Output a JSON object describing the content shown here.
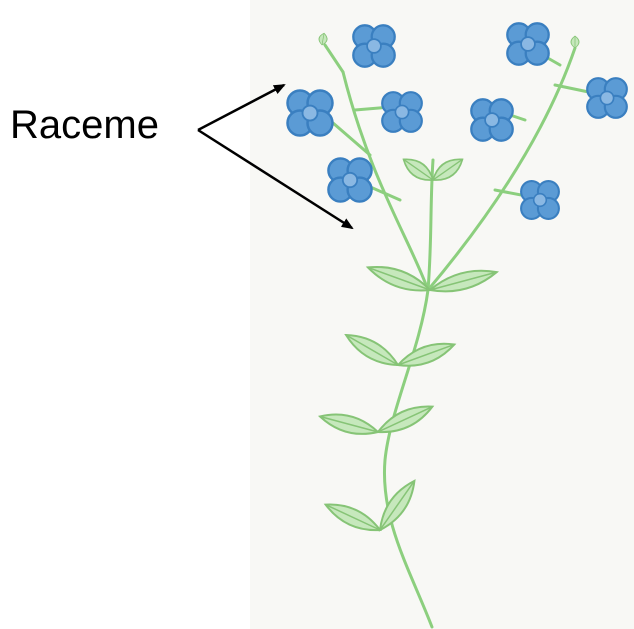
{
  "label": {
    "text": "Raceme"
  },
  "colors": {
    "flower_fill": "#5b9bd5",
    "flower_stroke": "#3a7fc0",
    "flower_center": "#8ab8e3",
    "stem": "#8ccf7e",
    "leaf_fill": "#c6e8bc",
    "leaf_stroke": "#86c476",
    "arrow": "#000000",
    "paper": "#f8f8f5"
  },
  "icons": {
    "flower": "flower-icon",
    "leaf": "leaf-icon",
    "stem": "stem-line",
    "arrow": "arrow-pointer"
  }
}
